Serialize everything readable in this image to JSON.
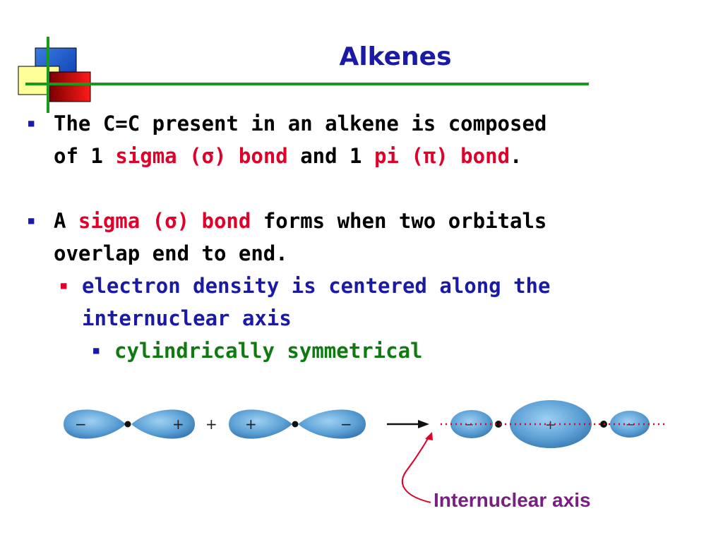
{
  "slide": {
    "title": "Alkenes",
    "bullet1": {
      "line1": "The C=C present in an alkene is composed",
      "line2_a": "of 1 ",
      "line2_sigma": "sigma (σ) bond",
      "line2_b": " and 1 ",
      "line2_pi": "pi (π) bond",
      "line2_c": "."
    },
    "bullet2": {
      "a": "A ",
      "sigma": "sigma (σ) bond",
      "b": " forms when two orbitals",
      "line2": "overlap end to end."
    },
    "sub1": {
      "line1": "electron density is centered along the",
      "line2": "internuclear axis"
    },
    "subsub1": "cylindrically symmetrical",
    "diagram": {
      "minus": "−",
      "plus": "+",
      "axis_label": "Internuclear axis"
    }
  },
  "colors": {
    "title": "#1a1aa6",
    "highlight": "#e0002a",
    "sub_text": "#1a1aa6",
    "subsub_text": "#0f7a0f",
    "orbital": "#5a9fd4",
    "axis_line": "#e0002a",
    "label": "#7a1f82"
  }
}
